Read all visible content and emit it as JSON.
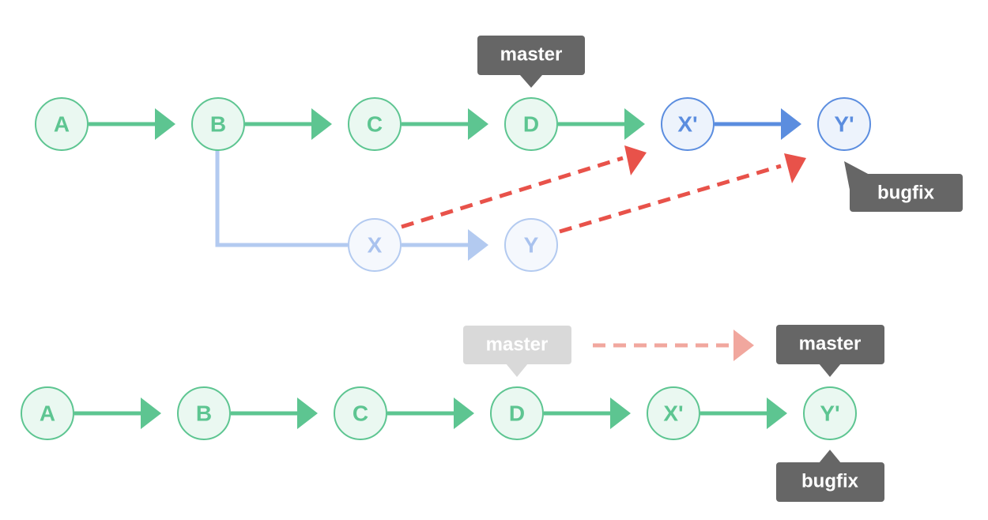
{
  "colors": {
    "green": "#5dc591",
    "green_fill": "#eaf8f1",
    "green_text": "#5dc591",
    "blue": "#5b8ddf",
    "blue_fill": "#edf3fc",
    "blue_text": "#5b8ddf",
    "blue_faded": "#b3caf0",
    "blue_faded_fill": "#f5f8fd",
    "blue_faded_text": "#a9c2ee",
    "red": "#e8524a",
    "red_faded": "#f1a79e",
    "label_dark": "#666666",
    "label_faded": "#d9d9d9"
  },
  "top": {
    "nodes": {
      "a": "A",
      "b": "B",
      "c": "C",
      "d": "D",
      "x_prime": "X'",
      "y_prime": "Y'",
      "x": "X",
      "y": "Y"
    },
    "labels": {
      "master": "master",
      "bugfix": "bugfix"
    }
  },
  "bottom": {
    "nodes": {
      "a": "A",
      "b": "B",
      "c": "C",
      "d": "D",
      "x_prime": "X'",
      "y_prime": "Y'"
    },
    "labels": {
      "master_old": "master",
      "master_new": "master",
      "bugfix": "bugfix"
    }
  }
}
